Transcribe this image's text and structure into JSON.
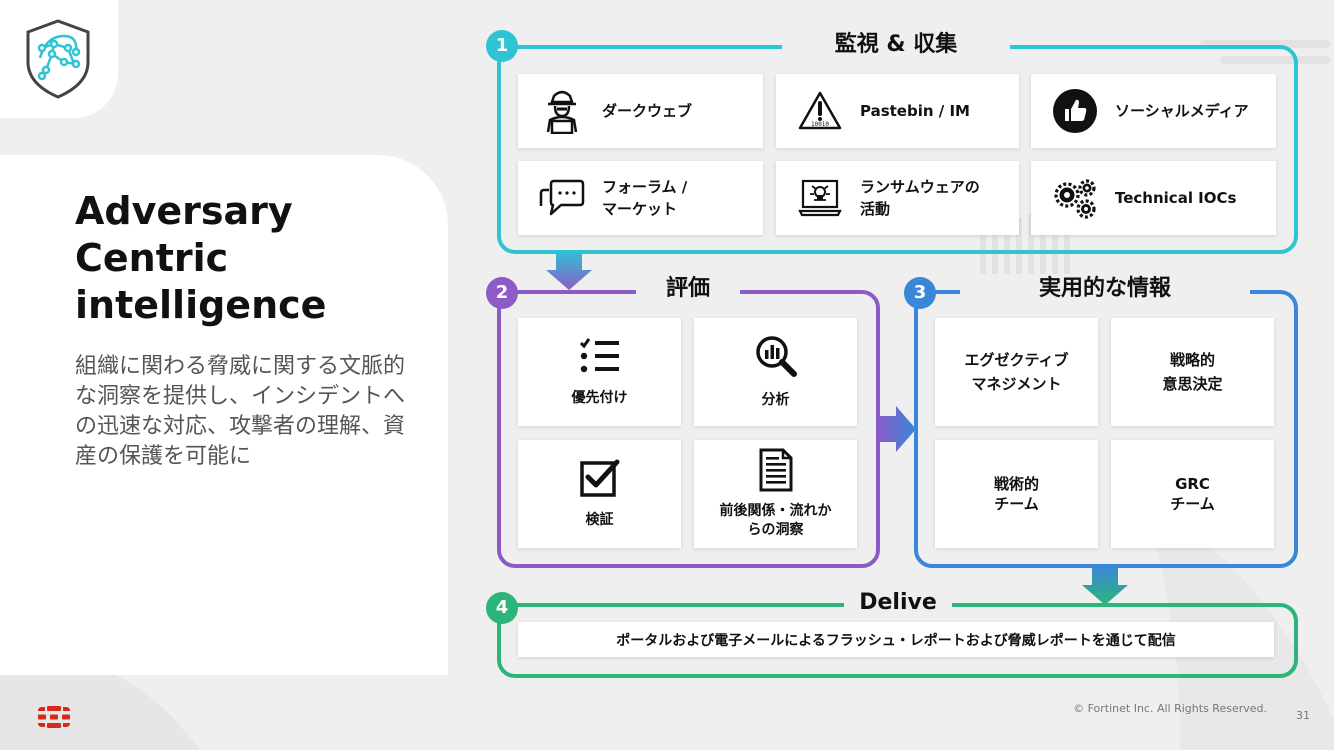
{
  "colors": {
    "section1": "#2ec4d3",
    "section2": "#8c5bc6",
    "section3": "#3a86d8",
    "section4": "#2bb57a",
    "brand_red": "#da291c"
  },
  "left": {
    "title": "Adversary\nCentric\nintelligence",
    "subtitle": "組織に関わる脅威に関する文脈的な洞察を提供し、インシデントへの迅速な対応、攻撃者の理解、資産の保護を可能に"
  },
  "section1": {
    "number": "1",
    "title": "監視 & 収集",
    "items": [
      {
        "label": "ダークウェブ",
        "icon": "hacker-icon"
      },
      {
        "label": "Pastebin / IM",
        "icon": "warning-icon"
      },
      {
        "label": "ソーシャルメディア",
        "icon": "thumbs-up-icon"
      },
      {
        "label": "フォーラム /\nマーケット",
        "icon": "chat-bubble-icon"
      },
      {
        "label": "ランサムウェアの\n活動",
        "icon": "ransomware-icon"
      },
      {
        "label": "Technical IOCs",
        "icon": "gears-icon"
      }
    ]
  },
  "section2": {
    "number": "2",
    "title": "評価",
    "items": [
      {
        "label": "優先付け",
        "icon": "checklist-icon"
      },
      {
        "label": "分析",
        "icon": "magnifier-chart-icon"
      },
      {
        "label": "検証",
        "icon": "checkbox-icon"
      },
      {
        "label": "前後関係・流れか\nらの洞察",
        "icon": "document-icon"
      }
    ]
  },
  "section3": {
    "number": "3",
    "title": "実用的な情報",
    "items": [
      {
        "label": "エグゼクティブ\nマネジメント"
      },
      {
        "label": "戦略的\n意思決定"
      },
      {
        "label": "戦術的\nチーム"
      },
      {
        "label": "GRC\nチーム"
      }
    ]
  },
  "section4": {
    "number": "4",
    "title": "Delive",
    "text": "ポータルおよび電子メールによるフラッシュ・レポートおよび脅威レポートを通じて配信"
  },
  "footer": {
    "copyright": "© Fortinet Inc. All Rights Reserved.",
    "page_number": "31"
  }
}
